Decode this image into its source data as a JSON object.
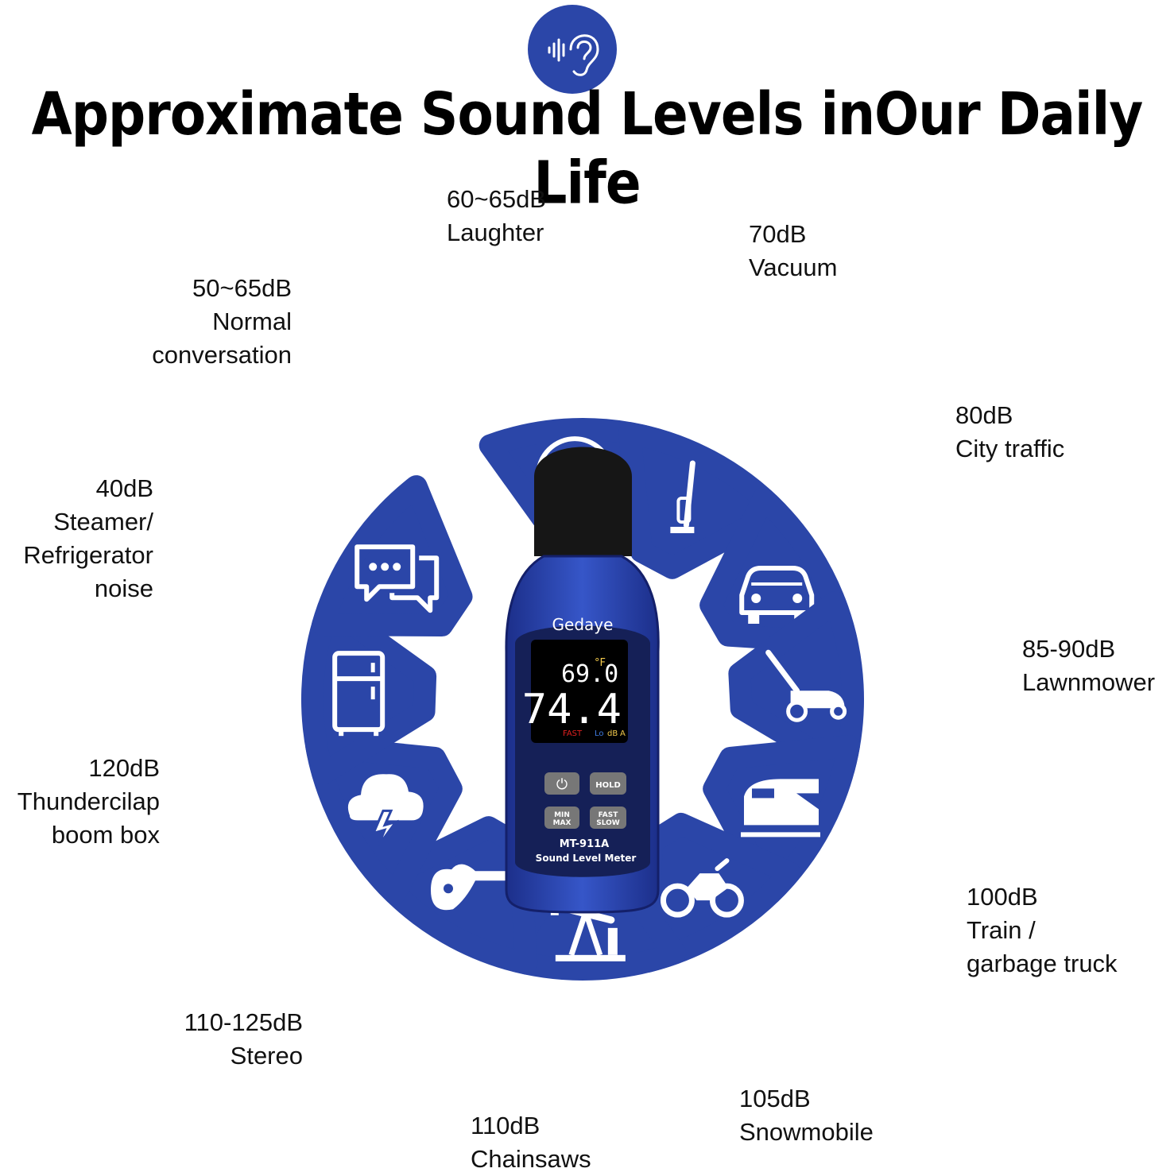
{
  "title": "Approximate Sound Levels inOur Daily Life",
  "accent_color": "#2b46a8",
  "top_icon": "ear-sound-icon",
  "segments": [
    {
      "level": "60~65dB",
      "source": [
        "Laughter"
      ],
      "icon": "laughing-face-icon"
    },
    {
      "level": "70dB",
      "source": [
        "Vacuum"
      ],
      "icon": "vacuum-cleaner-icon"
    },
    {
      "level": "80dB",
      "source": [
        "City traffic"
      ],
      "icon": "car-icon"
    },
    {
      "level": "85-90dB",
      "source": [
        "Lawnmower"
      ],
      "icon": "lawnmower-icon"
    },
    {
      "level": "100dB",
      "source": [
        "Train /",
        "garbage truck"
      ],
      "icon": "train-icon"
    },
    {
      "level": "105dB",
      "source": [
        "Snowmobile"
      ],
      "icon": "motorbike-icon"
    },
    {
      "level": "110dB",
      "source": [
        "Chainsaws"
      ],
      "icon": "pumpjack-icon"
    },
    {
      "level": "110-125dB",
      "source": [
        "Stereo"
      ],
      "icon": "guitar-icon"
    },
    {
      "level": "120dB",
      "source": [
        "Thundercilap",
        "boom box"
      ],
      "icon": "thunder-cloud-icon"
    },
    {
      "level": "40dB",
      "source": [
        "Steamer/",
        "Refrigerator",
        "noise"
      ],
      "icon": "refrigerator-icon"
    },
    {
      "level": "50~65dB",
      "source": [
        "Normal",
        "conversation"
      ],
      "icon": "chat-bubbles-icon"
    }
  ],
  "device": {
    "brand": "Gedaye",
    "temperature": "69.0",
    "temp_unit": "°F",
    "reading": "74.4",
    "indicators": [
      "FAST",
      "Lo",
      "dB",
      "A"
    ],
    "buttons": {
      "power": "⏻",
      "hold": "HOLD",
      "minmax": [
        "MIN",
        "MAX"
      ],
      "fastslow": [
        "FAST",
        "SLOW"
      ]
    },
    "model": "MT-911A",
    "name": "Sound Level Meter"
  }
}
